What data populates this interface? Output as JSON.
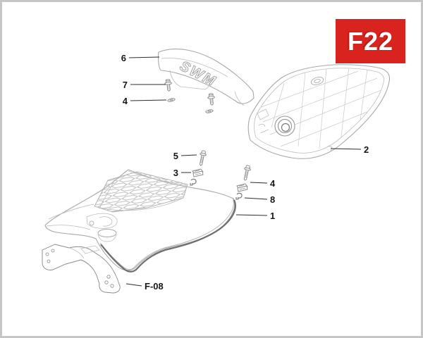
{
  "figure": {
    "code": "F22",
    "badge_color": "#d9231f",
    "badge_text_color": "#ffffff"
  },
  "brand": {
    "logo_text": "SWM"
  },
  "drawing": {
    "line_color": "#a8a8a8",
    "trim_color": "#6e6e6e",
    "label_color": "#161616"
  },
  "callouts": [
    {
      "label": "6",
      "points_to": "grab-handle"
    },
    {
      "label": "7",
      "points_to": "flange-screw"
    },
    {
      "label": "4",
      "points_to": "washer"
    },
    {
      "label": "2",
      "points_to": "rear-cowl"
    },
    {
      "label": "5",
      "points_to": "long-bolt-left"
    },
    {
      "label": "3",
      "points_to": "clip-nut-left"
    },
    {
      "label": "4",
      "points_to": "long-bolt-right"
    },
    {
      "label": "8",
      "points_to": "rubber-hook"
    },
    {
      "label": "1",
      "points_to": "seat"
    },
    {
      "label": "F-08",
      "points_to": "mounting-bracket"
    }
  ]
}
